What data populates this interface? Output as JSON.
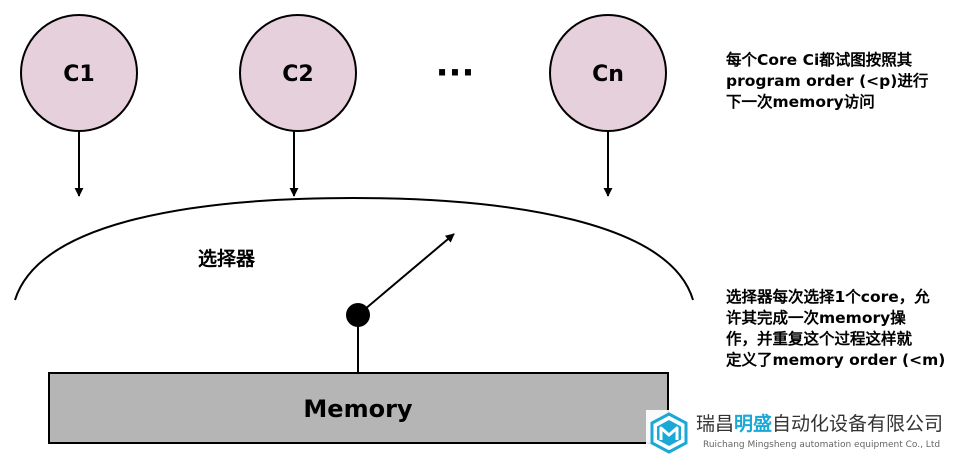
{
  "cores": [
    {
      "label": "C1"
    },
    {
      "label": "C2"
    },
    {
      "label": "Cn"
    }
  ],
  "ellipsis": "···",
  "selector": {
    "label": "选择器"
  },
  "memory": {
    "label": "Memory"
  },
  "notes": {
    "program_order": [
      "每个Core Ci都试图按照其",
      "program order (<p)进行",
      "下一次memory访问"
    ],
    "memory_order": [
      "选择器每次选择1个core，允",
      "许其完成一次memory操",
      "作，并重复这个过程这样就",
      "定义了memory order (<m)"
    ]
  },
  "colors": {
    "core_fill": "#e6d0dc",
    "core_stroke": "#000000",
    "memory_fill": "#b5b5b5",
    "line": "#000000"
  },
  "watermark": {
    "name_prefix": "瑞昌",
    "name_brand": "明盛",
    "name_suffix": "自动化设备有限公司",
    "subtitle": "Ruichang Mingsheng automation equipment Co., Ltd"
  }
}
